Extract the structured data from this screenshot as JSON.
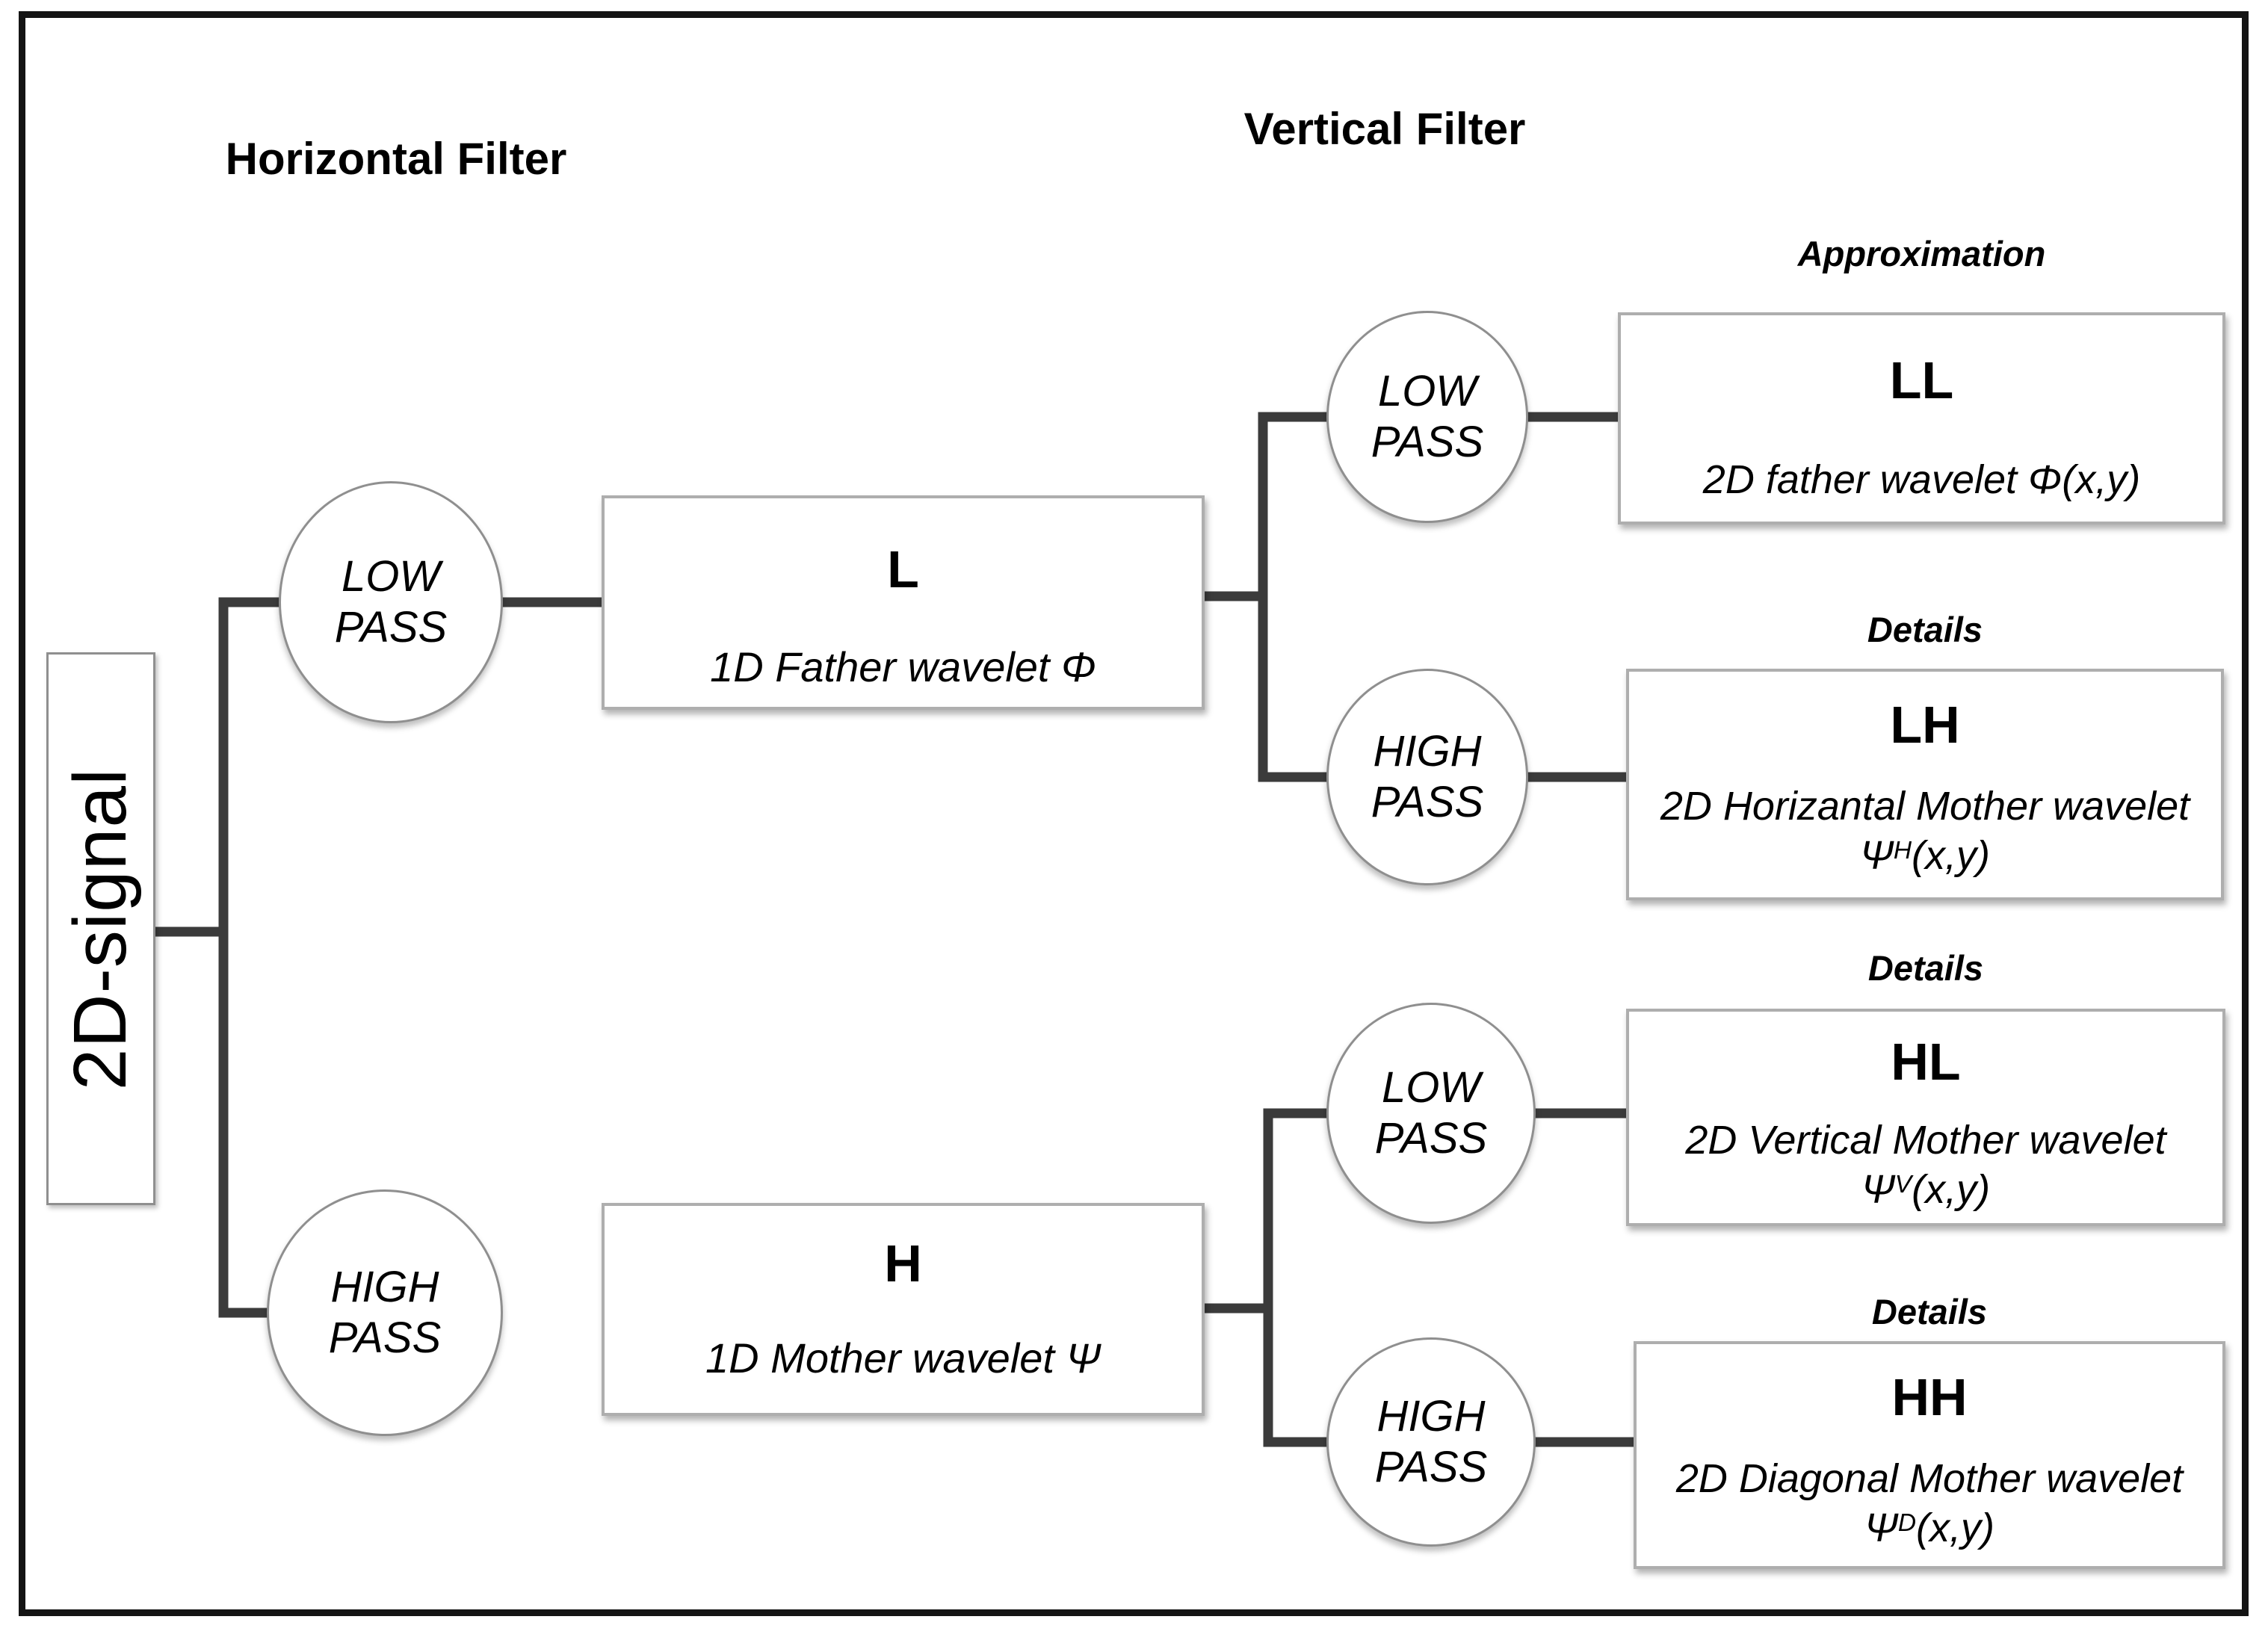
{
  "headers": {
    "horizontal": "Horizontal Filter",
    "vertical": "Vertical Filter"
  },
  "signal": {
    "label": "2D-signal"
  },
  "circles": {
    "h_low": {
      "line1": "LOW",
      "line2": "PASS"
    },
    "h_high": {
      "line1": "HIGH",
      "line2": "PASS"
    },
    "v_low_top": {
      "line1": "LOW",
      "line2": "PASS"
    },
    "v_high_top": {
      "line1": "HIGH",
      "line2": "PASS"
    },
    "v_low_bottom": {
      "line1": "LOW",
      "line2": "PASS"
    },
    "v_high_bottom": {
      "line1": "HIGH",
      "line2": "PASS"
    }
  },
  "boxes": {
    "l": {
      "title": "L",
      "subtitle": "1D Father wavelet Φ"
    },
    "h": {
      "title": "H",
      "subtitle": "1D Mother wavelet Ψ"
    },
    "ll": {
      "tag": "Approximation",
      "title": "LL",
      "subtitle": "2D father wavelet Φ(x,y)"
    },
    "lh": {
      "tag": "Details",
      "title": "LH",
      "subtitle": "2D Horizantal Mother wavelet",
      "formula": {
        "base": "Ψ",
        "sup": "H",
        "args": "(x,y)"
      }
    },
    "hl": {
      "tag": "Details",
      "title": "HL",
      "subtitle": "2D Vertical Mother wavelet",
      "formula": {
        "base": "Ψ",
        "sup": "V",
        "args": "(x,y)"
      }
    },
    "hh": {
      "tag": "Details",
      "title": "HH",
      "subtitle": "2D Diagonal Mother wavelet",
      "formula": {
        "base": "Ψ",
        "sup": "D",
        "args": "(x,y)"
      }
    }
  },
  "colors": {
    "line": "#3b3b3b",
    "box_border": "#aeaeae",
    "circle_border": "#8f8f8f",
    "frame": "#141414",
    "background": "#ffffff",
    "text": "#000000"
  }
}
